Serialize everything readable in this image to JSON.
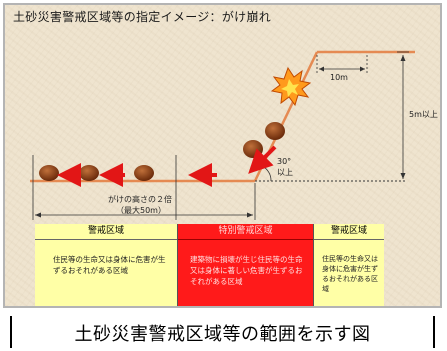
{
  "header": {
    "title": "土砂災害警戒区域等の指定イメージ：がけ崩れ"
  },
  "dimensions": {
    "top_width": "10m",
    "height": "5m以上",
    "angle": "30°",
    "angle_sub": "以上",
    "base_line1": "がけの高さの２倍",
    "base_line2": "（最大50m）"
  },
  "zones": [
    {
      "name": "警戒区域",
      "description": "住民等の生命又は身体に危害が生ずるおそれがある区域"
    },
    {
      "name": "特別警戒区域",
      "description": "建築物に損壊が生じ住民等の生命又は身体に著しい危害が生ずるおそれがある区域"
    },
    {
      "name": "警戒区域",
      "description": "住民等の生命又は身体に危害が生ずるおそれがある区域"
    }
  ],
  "caption": "土砂災害警戒区域等の範囲を示す図",
  "colors": {
    "slope_line": "#e58a52",
    "arrow": "#e21616",
    "warning_zone": "#ffffa6",
    "special_zone": "#ff1a1a",
    "rock": "#8a3b12"
  },
  "icons": [
    "explosion-icon",
    "rock-icon",
    "arrow-left-icon",
    "arrow-down-left-icon"
  ]
}
